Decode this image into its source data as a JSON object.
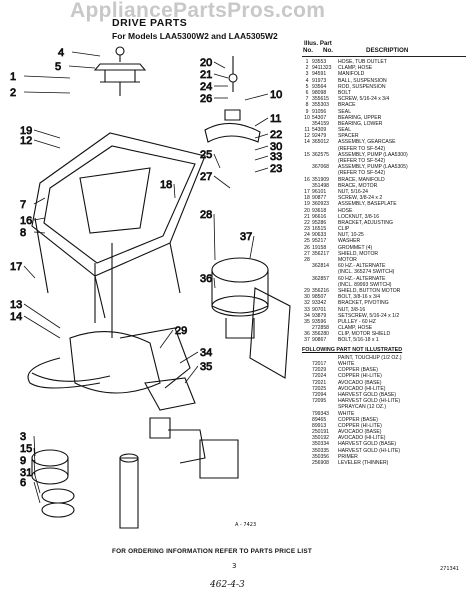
{
  "watermark": "AppliancePartsPros.com",
  "title": "DRIVE PARTS",
  "subtitle": "For Models LAA5300W2 and LAA5305W2",
  "table_header": {
    "line1": "Illus.  Part",
    "no": "No.",
    "part_no": "No.",
    "description": "DESCRIPTION"
  },
  "parts": [
    {
      "illus": "1",
      "part": "93553",
      "desc": "HOSE, TUB OUTLET"
    },
    {
      "illus": "2",
      "part": "9411323",
      "desc": "CLAMP, HOSE"
    },
    {
      "illus": "3",
      "part": "94591",
      "desc": "MANIFOLD"
    },
    {
      "illus": "4",
      "part": "91973",
      "desc": "BALL, SUSPENSION"
    },
    {
      "illus": "5",
      "part": "93564",
      "desc": "ROD, SUSPENSION"
    },
    {
      "illus": "6",
      "part": "98098",
      "desc": "BOLT"
    },
    {
      "illus": "7",
      "part": "355615",
      "desc": "SCREW, 5/16-24 x 3/4"
    },
    {
      "illus": "8",
      "part": "355303",
      "desc": "BRACE"
    },
    {
      "illus": "9",
      "part": "91056",
      "desc": "SEAL"
    },
    {
      "illus": "10",
      "part": "54307",
      "desc": "BEARING, UPPER"
    },
    {
      "illus": "",
      "part": "354159",
      "desc": "BEARING, LOWER"
    },
    {
      "illus": "11",
      "part": "54309",
      "desc": "SEAL"
    },
    {
      "illus": "12",
      "part": "92479",
      "desc": "SPACER"
    },
    {
      "illus": "14",
      "part": "365012",
      "desc": "ASSEMBLY, GEARCASE"
    },
    {
      "illus": "",
      "part": "",
      "desc": "(REFER TO SF-542)"
    },
    {
      "illus": "15",
      "part": "362575",
      "desc": "ASSEMBLY, PUMP (LAA5300)"
    },
    {
      "illus": "",
      "part": "",
      "desc": "(REFER TO SF-542)"
    },
    {
      "illus": "",
      "part": "367068",
      "desc": "ASSEMBLY, PUMP (LAA5305)"
    },
    {
      "illus": "",
      "part": "",
      "desc": "(REFER TO SF-542)"
    },
    {
      "illus": "16",
      "part": "351909",
      "desc": "BRACE, MANIFOLD"
    },
    {
      "illus": "",
      "part": "351498",
      "desc": "BRACE, MOTOR"
    },
    {
      "illus": "17",
      "part": "96101",
      "desc": "NUT, 5/16-24"
    },
    {
      "illus": "18",
      "part": "90877",
      "desc": "SCREW, 3/8-24 x 2"
    },
    {
      "illus": "19",
      "part": "360923",
      "desc": "ASSEMBLY, BASEPLATE"
    },
    {
      "illus": "20",
      "part": "93618",
      "desc": "HOSE"
    },
    {
      "illus": "21",
      "part": "96616",
      "desc": "LOCKNUT, 3/8-16"
    },
    {
      "illus": "22",
      "part": "95286",
      "desc": "BRACKET, ADJUSTING"
    },
    {
      "illus": "23",
      "part": "16515",
      "desc": "CLIP"
    },
    {
      "illus": "24",
      "part": "90633",
      "desc": "NUT, 10-25"
    },
    {
      "illus": "25",
      "part": "95217",
      "desc": "WASHER"
    },
    {
      "illus": "26",
      "part": "19158",
      "desc": "GROMMET (4)"
    },
    {
      "illus": "27",
      "part": "356217",
      "desc": "SHIELD, MOTOR"
    },
    {
      "illus": "28",
      "part": "",
      "desc": "MOTOR"
    },
    {
      "illus": "",
      "part": "362814",
      "desc": "60 HZ.- ALTERNATE"
    },
    {
      "illus": "",
      "part": "",
      "desc": "(INCL. 365274 SWITCH)"
    },
    {
      "illus": "",
      "part": "362857",
      "desc": "60 HZ.- ALTERNATE"
    },
    {
      "illus": "",
      "part": "",
      "desc": "(INCL. 89993 SWITCH)"
    },
    {
      "illus": "29",
      "part": "356216",
      "desc": "SHIELD, BUTTON MOTOR"
    },
    {
      "illus": "30",
      "part": "98507",
      "desc": "BOLT, 3/8-16 x 3/4"
    },
    {
      "illus": "32",
      "part": "93342",
      "desc": "BRACKET, PIVOTING"
    },
    {
      "illus": "33",
      "part": "90701",
      "desc": "NUT, 3/8-16"
    },
    {
      "illus": "34",
      "part": "93879",
      "desc": "SETSCREW, 5/16-24 x 1/2"
    },
    {
      "illus": "35",
      "part": "93596",
      "desc": "PULLEY - 60 HZ"
    },
    {
      "illus": "",
      "part": "272858",
      "desc": "CLAMP, HOSE"
    },
    {
      "illus": "36",
      "part": "356280",
      "desc": "CLIP, MOTOR SHIELD"
    },
    {
      "illus": "37",
      "part": "90867",
      "desc": "BOLT, 5/16-18 x 1"
    }
  ],
  "not_illustrated_header": "FOLLOWING PART NOT ILLUSTRATED",
  "not_illustrated": [
    {
      "part": "",
      "desc": "PAINT, TOUCHUP (1/2 OZ.)"
    },
    {
      "part": "72017",
      "desc": "WHITE"
    },
    {
      "part": "72029",
      "desc": "COPPER (BASE)"
    },
    {
      "part": "72024",
      "desc": "COPPER (HI-LITE)"
    },
    {
      "part": "72021",
      "desc": "AVOCADO (BASE)"
    },
    {
      "part": "72025",
      "desc": "AVOCADO (HI-LITE)"
    },
    {
      "part": "72094",
      "desc": "HARVEST GOLD (BASE)"
    },
    {
      "part": "72095",
      "desc": "HARVEST GOLD (HI-LITE)"
    },
    {
      "part": "",
      "desc": "SPRAYCAN (12 OZ.)"
    },
    {
      "part": "799343",
      "desc": "WHITE"
    },
    {
      "part": "89465",
      "desc": "COPPER (BASE)"
    },
    {
      "part": "89913",
      "desc": "COPPER (HI-LITE)"
    },
    {
      "part": "250191",
      "desc": "AVOCADO (BASE)"
    },
    {
      "part": "350192",
      "desc": "AVOCADO (HI-LITE)"
    },
    {
      "part": "350334",
      "desc": "HARVEST GOLD (BASE)"
    },
    {
      "part": "350335",
      "desc": "HARVEST GOLD (HI-LITE)"
    },
    {
      "part": "350356",
      "desc": "PRIMER"
    },
    {
      "part": "256908",
      "desc": "LEVELER (THINNER)"
    }
  ],
  "callouts": [
    "4",
    "5",
    "1",
    "2",
    "20",
    "21",
    "24",
    "26",
    "10",
    "19",
    "12",
    "11",
    "25",
    "22",
    "30",
    "33",
    "23",
    "27",
    "28",
    "7",
    "16",
    "8",
    "18",
    "37",
    "36",
    "17",
    "13",
    "14",
    "29",
    "34",
    "35",
    "3",
    "15",
    "9",
    "31",
    "6"
  ],
  "drawing_number": "A - 7423",
  "footer": "FOR ORDERING INFORMATION REFER TO PARTS PRICE LIST",
  "page_number": "3",
  "form_id": "271341",
  "handwritten": "462-4-3"
}
